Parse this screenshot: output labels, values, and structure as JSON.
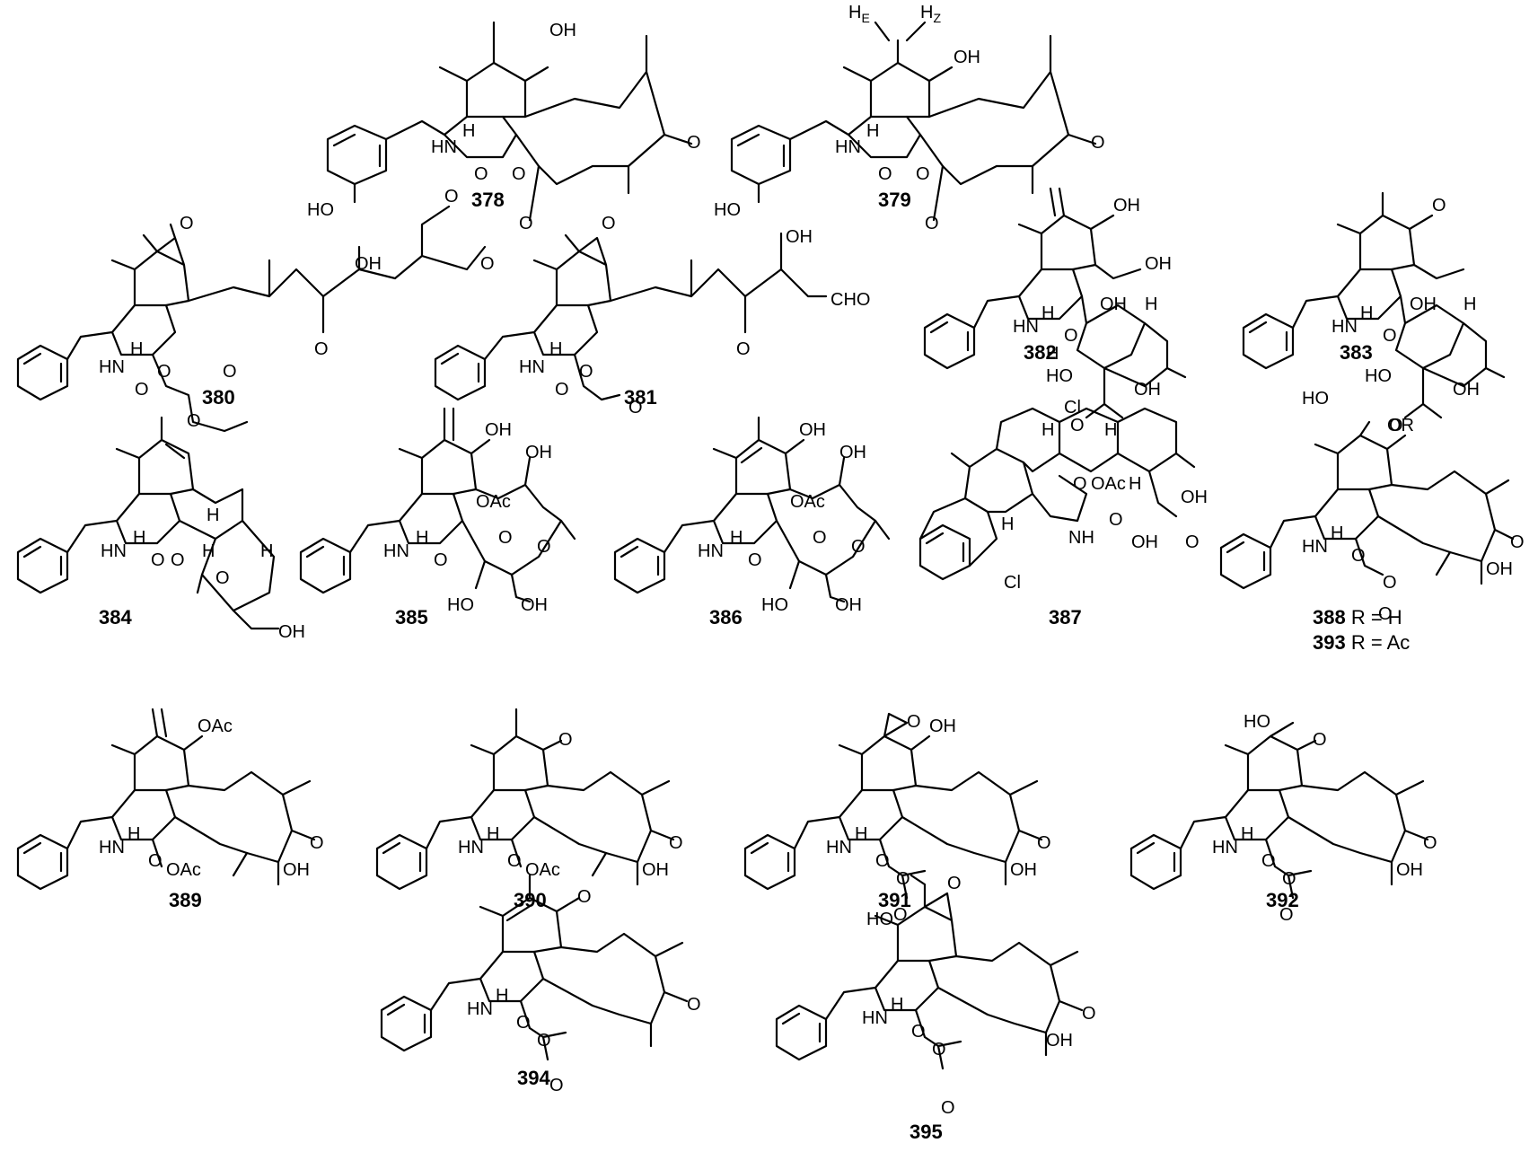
{
  "compounds": [
    {
      "id": "c378",
      "label": "378",
      "caption": ""
    },
    {
      "id": "c379",
      "label": "379",
      "caption": ""
    },
    {
      "id": "c380",
      "label": "380",
      "caption": ""
    },
    {
      "id": "c381",
      "label": "381",
      "caption": ""
    },
    {
      "id": "c382",
      "label": "382",
      "caption": ""
    },
    {
      "id": "c383",
      "label": "383",
      "caption": ""
    },
    {
      "id": "c384",
      "label": "384",
      "caption": ""
    },
    {
      "id": "c385",
      "label": "385",
      "caption": ""
    },
    {
      "id": "c386",
      "label": "386",
      "caption": ""
    },
    {
      "id": "c387",
      "label": "387",
      "caption": ""
    },
    {
      "id": "c388",
      "label": "388",
      "caption": "R = H"
    },
    {
      "id": "c393",
      "label": "393",
      "caption": "R = Ac"
    },
    {
      "id": "c389",
      "label": "389",
      "caption": ""
    },
    {
      "id": "c390",
      "label": "390",
      "caption": ""
    },
    {
      "id": "c391",
      "label": "391",
      "caption": ""
    },
    {
      "id": "c392",
      "label": "392",
      "caption": ""
    },
    {
      "id": "c394",
      "label": "394",
      "caption": ""
    },
    {
      "id": "c395",
      "label": "395",
      "caption": ""
    }
  ],
  "atom_text": {
    "oh": "OH",
    "ho": "HO",
    "o": "O",
    "hn": "HN",
    "nh": "NH",
    "h": "H",
    "oac": "OAc",
    "cl": "Cl",
    "cho": "CHO",
    "or": "OR",
    "he": "H",
    "he_sub": "E",
    "hz": "H",
    "hz_sub": "Z"
  }
}
